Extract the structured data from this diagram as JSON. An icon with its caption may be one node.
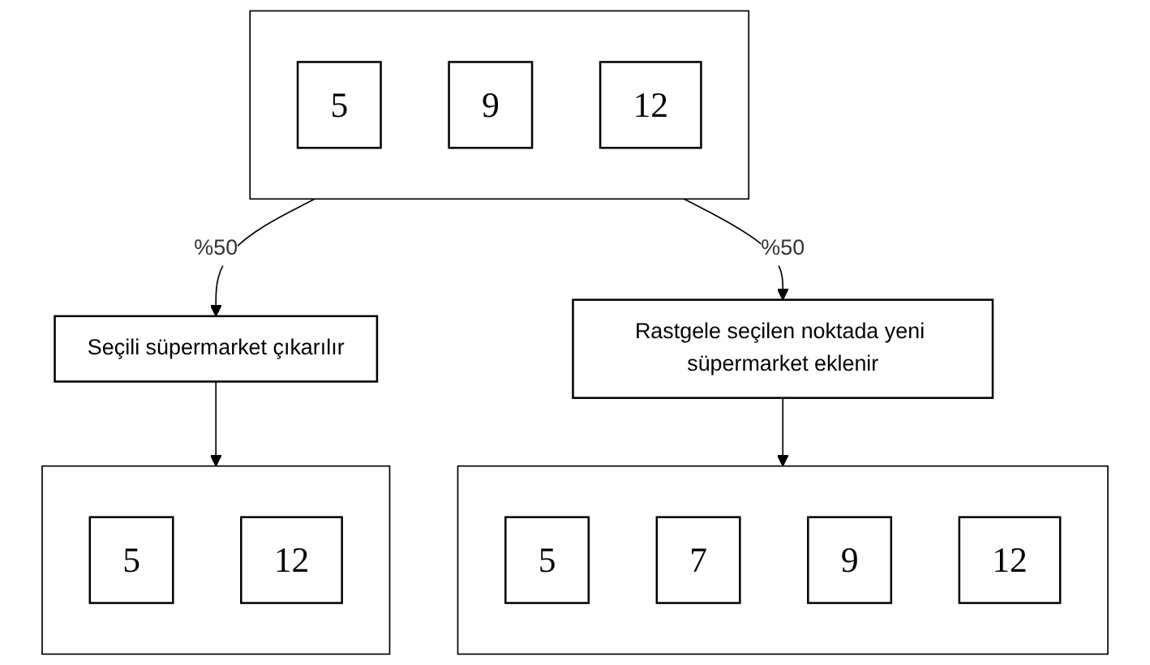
{
  "diagram": {
    "nodes": [
      {
        "text": [],
        "shape": "box"
      },
      {
        "text": [
          "5"
        ],
        "in": 0
      },
      {
        "text": [
          "9"
        ],
        "in": 0
      },
      {
        "text": [
          "12"
        ],
        "in": 0
      },
      {
        "text": [
          "Seçili süpermarket çıkarılır"
        ]
      },
      {
        "text": [
          "Rastgele seçilen noktada yeni süpermarket eklenir"
        ]
      },
      {
        "text": [],
        "shape": "box"
      },
      {
        "text": [
          "5"
        ],
        "in": 6
      },
      {
        "text": [
          "12"
        ],
        "in": 6
      },
      {
        "text": [],
        "shape": "box"
      },
      {
        "text": [
          "5"
        ],
        "in": 9
      },
      {
        "text": [
          "7"
        ],
        "in": 9
      },
      {
        "text": [
          "9"
        ],
        "in": 9
      },
      {
        "text": [
          "12"
        ],
        "in": 9
      }
    ],
    "edges": [
      {
        "from": 0,
        "to": 4,
        "arrow": "to",
        "label": "%50"
      },
      {
        "from": 0,
        "to": 5,
        "arrow": "to",
        "label": "%50"
      },
      {
        "from": 4,
        "to": 6,
        "arrow": "to"
      },
      {
        "from": 5,
        "to": 9,
        "arrow": "to"
      }
    ]
  }
}
